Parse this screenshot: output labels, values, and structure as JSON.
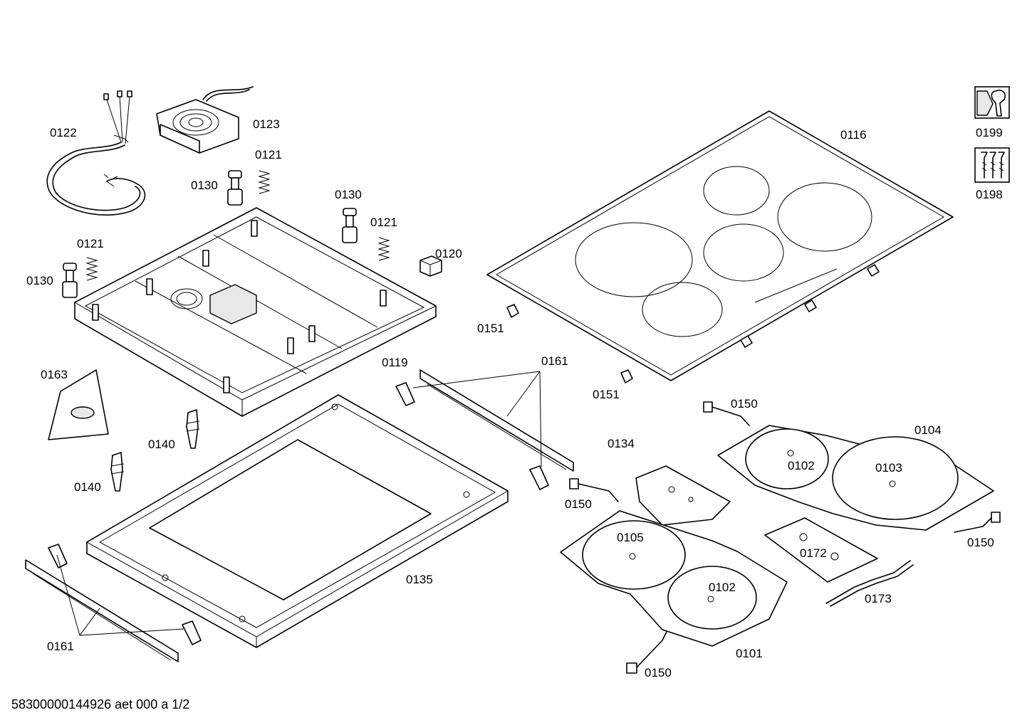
{
  "document_id": "58300000144926 aet 000 a 1/2",
  "parts": {
    "p0122": "0122",
    "p0123": "0123",
    "p0121a": "0121",
    "p0130a": "0130",
    "p0130b": "0130",
    "p0121b": "0121",
    "p0121c": "0121",
    "p0130c": "0130",
    "p0120": "0120",
    "p0116": "0116",
    "p0199": "0199",
    "p0198": "0198",
    "p0151a": "0151",
    "p0151b": "0151",
    "p0119": "0119",
    "p0161a": "0161",
    "p0163": "0163",
    "p0140a": "0140",
    "p0140b": "0140",
    "p0150a": "0150",
    "p0104": "0104",
    "p0134": "0134",
    "p0102a": "0102",
    "p0103": "0103",
    "p0150b": "0150",
    "p0150c": "0150",
    "p0105": "0105",
    "p0172": "0172",
    "p0135": "0135",
    "p0102b": "0102",
    "p0173": "0173",
    "p0161b": "0161",
    "p0101": "0101",
    "p0150d": "0150"
  },
  "icons": {
    "service_icon": "wrench-icon",
    "screws_icon": "screws-icon"
  }
}
